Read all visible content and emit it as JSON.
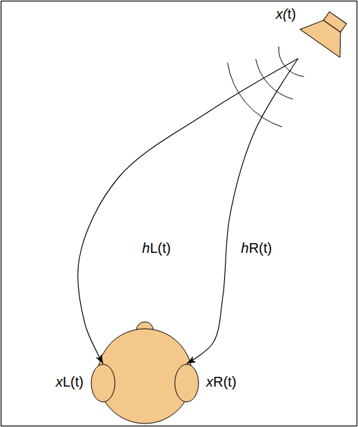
{
  "diagram": {
    "nodes": [
      {
        "text": [
          "x(t)"
        ]
      },
      {
        "text": [
          "xL(t)"
        ]
      },
      {
        "text": [
          "xR(t)"
        ]
      }
    ],
    "edges": [
      {
        "from": 0,
        "to": 1,
        "arrow": "to",
        "label": "hL(t)"
      },
      {
        "from": 0,
        "to": 2,
        "arrow": "to",
        "label": "hR(t)"
      }
    ]
  }
}
